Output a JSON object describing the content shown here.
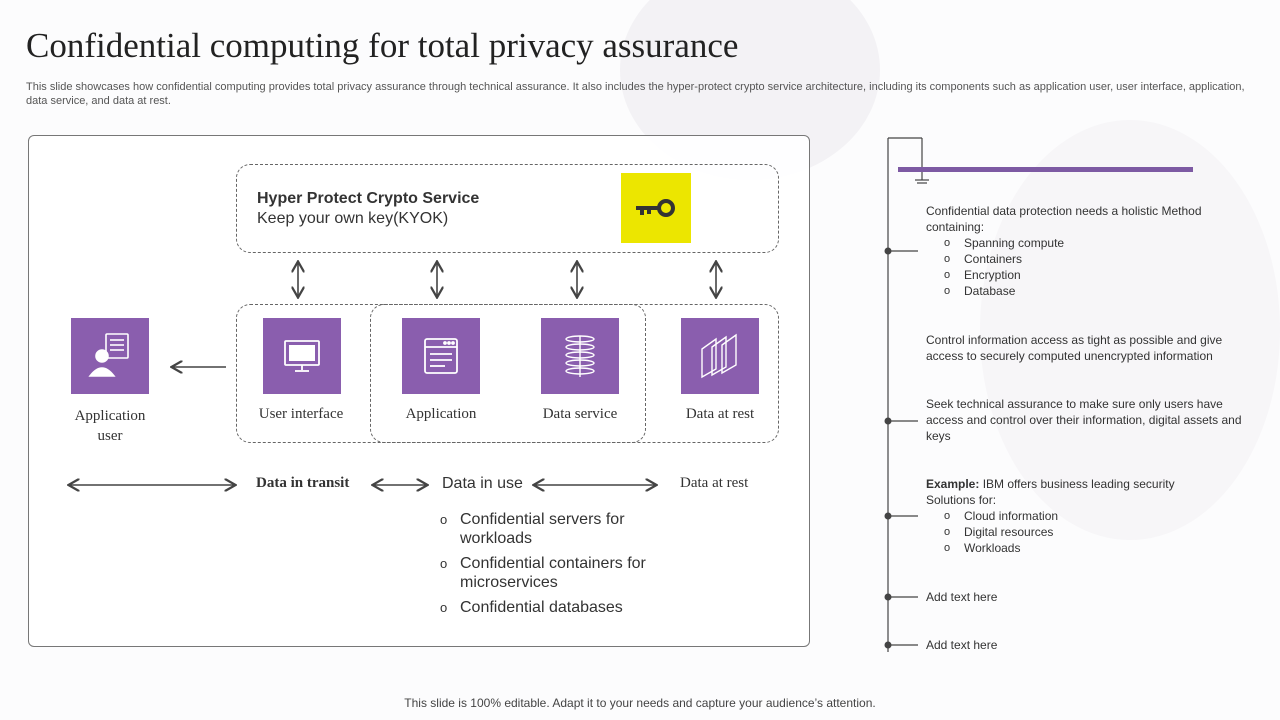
{
  "slide": {
    "title": "Confidential computing for total privacy assurance",
    "subtitle": "This slide showcases how confidential computing provides total privacy assurance through technical assurance. It also includes the hyper-protect crypto service architecture, including its components such as application user, user interface, application, data service, and data at rest.",
    "footer": "This slide is 100% editable. Adapt it to your needs and capture your audience’s attention."
  },
  "diagram": {
    "hpcs_title": "Hyper Protect Crypto Service",
    "hpcs_subtitle": "Keep your own key(KYOK)",
    "components": [
      {
        "label": "Application\nuser",
        "icon": "application-user-icon"
      },
      {
        "label": "User interface",
        "icon": "monitor-icon"
      },
      {
        "label": "Application",
        "icon": "application-window-icon"
      },
      {
        "label": "Data service",
        "icon": "database-icon"
      },
      {
        "label": "Data at rest",
        "icon": "layers-icon"
      }
    ],
    "flow": {
      "transit": "Data in transit",
      "in_use": "Data in use",
      "at_rest": "Data at rest"
    },
    "use_items": [
      "Confidential servers for workloads",
      "Confidential containers for microservices",
      "Confidential databases"
    ]
  },
  "timeline": {
    "block1_intro": "Confidential  data protection needs a holistic Method containing:",
    "block1_items": [
      "Spanning compute",
      "Containers",
      "Encryption",
      "Database"
    ],
    "block2": "Control information  access as tight as possible and give access to securely computed unencrypted information",
    "block3": "Seek technical assurance to make sure only users have access and control over their information, digital assets and keys",
    "block4_label": "Example:",
    "block4_text": " IBM offers business leading security Solutions for:",
    "block4_items": [
      "Cloud information",
      "Digital resources",
      "Workloads"
    ],
    "block5": "Add text here",
    "block6": "Add text here"
  },
  "colors": {
    "accent_purple": "#8a5eae",
    "key_yellow": "#ece600",
    "bar_purple": "#7d5aa3"
  }
}
